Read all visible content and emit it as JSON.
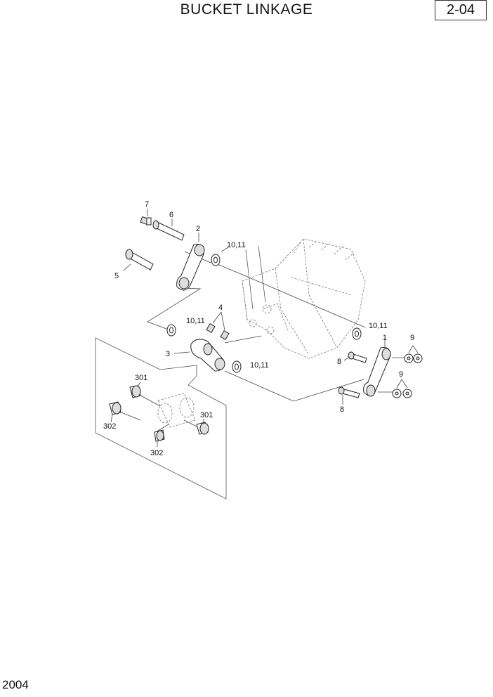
{
  "header": {
    "title": "BUCKET LINKAGE",
    "page_number": "2-04"
  },
  "footer": {
    "code": "2004"
  },
  "callouts": {
    "p1": "1",
    "p2": "2",
    "p3": "3",
    "p4": "4",
    "p5": "5",
    "p6": "6",
    "p7": "7",
    "p8a": "8",
    "p8b": "8",
    "p9a": "9",
    "p9b": "9",
    "p1011a": "10,11",
    "p1011b": "10,11",
    "p1011c": "10,11",
    "p1011d": "10,11",
    "p301a": "301",
    "p301b": "301",
    "p302a": "302",
    "p302b": "302"
  }
}
